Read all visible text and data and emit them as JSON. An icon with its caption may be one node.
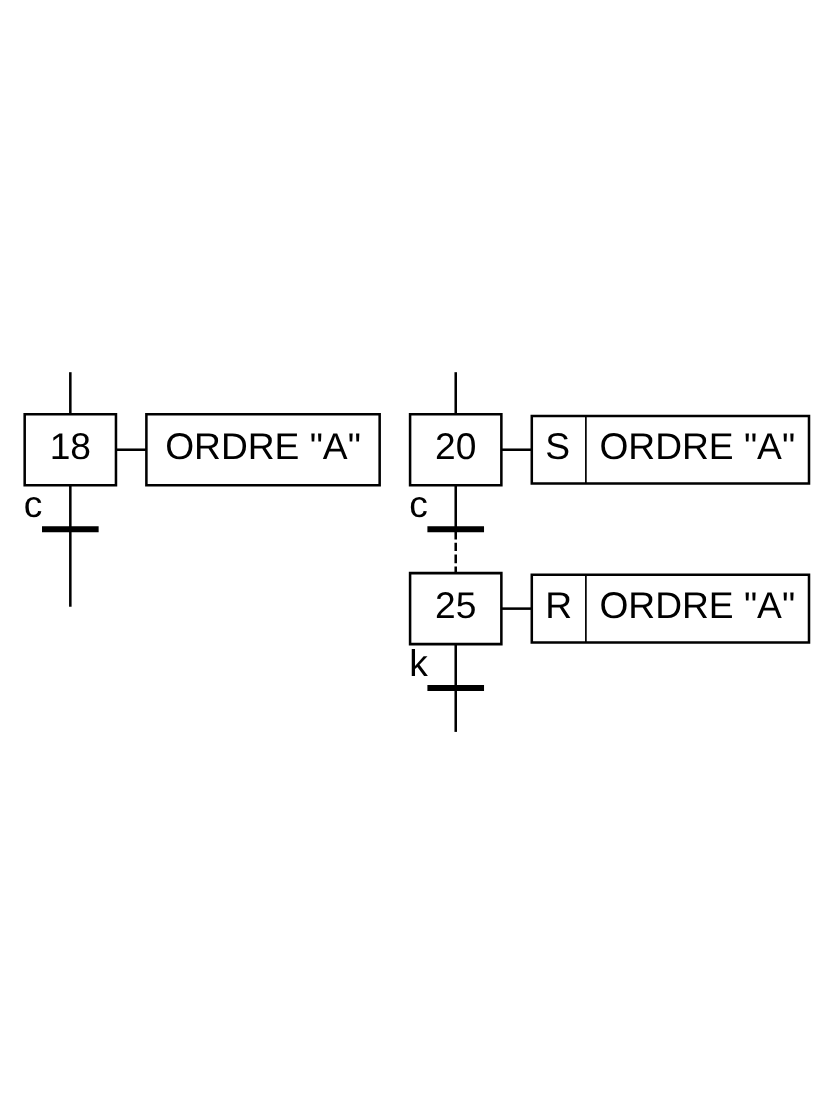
{
  "diagram": {
    "nodes": [
      {
        "text": [
          "18"
        ]
      },
      {
        "text": [
          "ORDRE \"A\""
        ]
      },
      {
        "text": [],
        "shape": "bar",
        "beside": [
          "c"
        ]
      },
      {
        "text": [
          "20"
        ]
      },
      {
        "text": [
          "S",
          "ORDRE \"A\""
        ]
      },
      {
        "text": [],
        "shape": "bar",
        "beside": [
          "c"
        ]
      },
      {
        "text": [
          "25"
        ]
      },
      {
        "text": [
          "R",
          "ORDRE \"A\""
        ]
      },
      {
        "text": [],
        "shape": "bar",
        "beside": [
          "k"
        ]
      }
    ],
    "edges": [
      {
        "from": null,
        "to": 0,
        "arrow": "none"
      },
      {
        "from": 0,
        "to": 1,
        "arrow": "none"
      },
      {
        "from": 0,
        "to": 2,
        "arrow": "none"
      },
      {
        "from": 2,
        "to": null,
        "arrow": "none"
      },
      {
        "from": null,
        "to": 3,
        "arrow": "none"
      },
      {
        "from": 3,
        "to": 4,
        "arrow": "none"
      },
      {
        "from": 3,
        "to": 5,
        "arrow": "none"
      },
      {
        "from": 5,
        "to": 6,
        "arrow": "none",
        "style": "dashed"
      },
      {
        "from": 6,
        "to": 7,
        "arrow": "none"
      },
      {
        "from": 6,
        "to": 8,
        "arrow": "none"
      },
      {
        "from": 8,
        "to": null,
        "arrow": "none"
      }
    ]
  }
}
